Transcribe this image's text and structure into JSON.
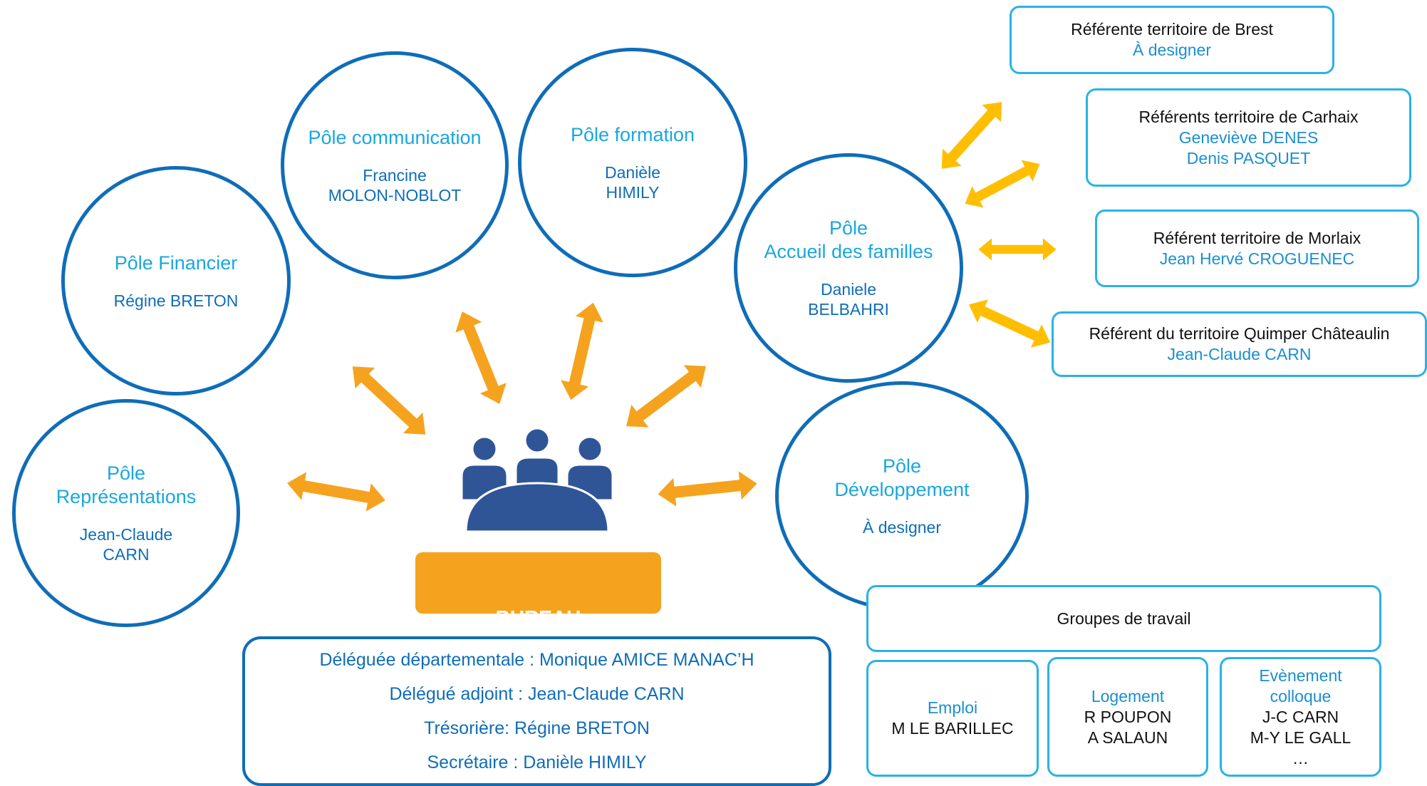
{
  "colors": {
    "arrow_main": "#f5a31e",
    "arrow_ref": "#ffbf00",
    "circle_border": "#0f6db8",
    "box_border": "#29b2e6",
    "accent_title": "#1aa7dd",
    "icon": "#2f5597"
  },
  "poles": [
    {
      "id": "representations",
      "title1": "Pôle",
      "title2": "Représentations",
      "person1": "Jean-Claude",
      "person2": "CARN"
    },
    {
      "id": "financier",
      "title1": "Pôle Financier",
      "title2": "",
      "person1": "Régine BRETON",
      "person2": ""
    },
    {
      "id": "communication",
      "title1": "Pôle communication",
      "title2": "",
      "person1": "Francine",
      "person2": "MOLON-NOBLOT"
    },
    {
      "id": "formation",
      "title1": "Pôle formation",
      "title2": "",
      "person1": "Danièle",
      "person2": "HIMILY"
    },
    {
      "id": "accueil",
      "title1": "Pôle",
      "title2": "Accueil des familles",
      "person1": "Daniele",
      "person2": "BELBAHRI"
    },
    {
      "id": "developpement",
      "title1": "Pôle",
      "title2": "Développement",
      "person1": "À designer",
      "person2": ""
    }
  ],
  "referents": [
    {
      "title": "Référente territoire de Brest",
      "name1": "À designer",
      "name2": ""
    },
    {
      "title": "Référents territoire de Carhaix",
      "name1": "Geneviève DENES",
      "name2": "Denis PASQUET"
    },
    {
      "title": "Référent territoire de Morlaix",
      "name1": "Jean Hervé CROGUENEC",
      "name2": ""
    },
    {
      "title": "Référent du territoire Quimper Châteaulin",
      "name1": "Jean-Claude CARN",
      "name2": ""
    }
  ],
  "bureau": {
    "label": "BUREAU",
    "members": [
      "Déléguée départementale : Monique AMICE MANAC’H",
      "Délégué adjoint : Jean-Claude CARN",
      "Trésorière:  Régine BRETON",
      "Secrétaire : Danièle HIMILY"
    ]
  },
  "groupes": {
    "title": "Groupes de travail",
    "items": [
      {
        "label": "Emploi",
        "line1": "M LE BARILLEC",
        "line2": "",
        "line3": "",
        "line4": ""
      },
      {
        "label": "Logement",
        "line1": "R POUPON",
        "line2": "A SALAUN",
        "line3": "",
        "line4": ""
      },
      {
        "label": "Evènement",
        "label2": "colloque",
        "line1": "J-C CARN",
        "line2": "M-Y LE GALL",
        "line3": "…"
      }
    ]
  }
}
